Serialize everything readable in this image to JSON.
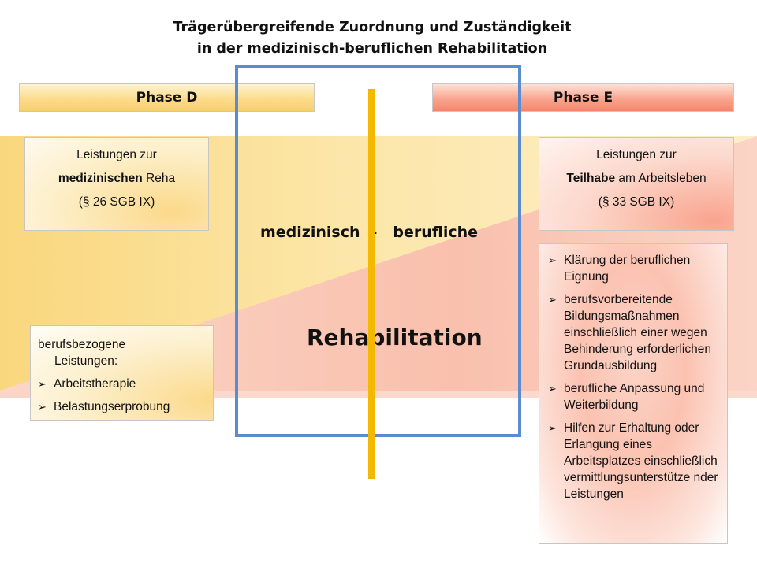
{
  "title": {
    "line1": "Trägerübergreifende Zuordnung und Zuständigkeit",
    "line2": "in der medizinisch-beruflichen Rehabilitation"
  },
  "phases": {
    "d": "Phase D",
    "e": "Phase E"
  },
  "med_box": {
    "line1": "Leistungen zur",
    "line2_bold": "medizinischen",
    "line2_rest": " Reha",
    "line3": "(§ 26 SGB IX)"
  },
  "teil_box": {
    "line1": "Leistungen zur",
    "line2_bold": "Teilhabe",
    "line2_rest": " am Arbeitsleben",
    "line3": "(§ 33 SGB IX)"
  },
  "center": {
    "word1": "medizinisch",
    "dash": "-",
    "word2": "berufliche",
    "main": "Rehabilitation"
  },
  "beruf_box": {
    "heading1": "berufsbezogene",
    "heading2": "Leistungen:",
    "items": [
      "Arbeitstherapie",
      "Belastungserprobung"
    ]
  },
  "list_box": {
    "items": [
      "Klärung der beruflichen Eignung",
      "berufsvorbereitende Bildungsmaßnahmen einschließlich einer wegen Behinderung erforderlichen Grundausbildung",
      "berufliche Anpassung und Weiterbildung",
      "Hilfen zur Erhaltung oder Erlangung eines Arbeitsplatzes einschließlich vermittlungsunterstütze nder Leistungen"
    ]
  },
  "bullet_glyph": "➢",
  "colors": {
    "frame_blue": "#5b8cd2",
    "divider_orange": "#f5b800",
    "phase_d": "#f8cf6a",
    "phase_e": "#f7846c"
  }
}
